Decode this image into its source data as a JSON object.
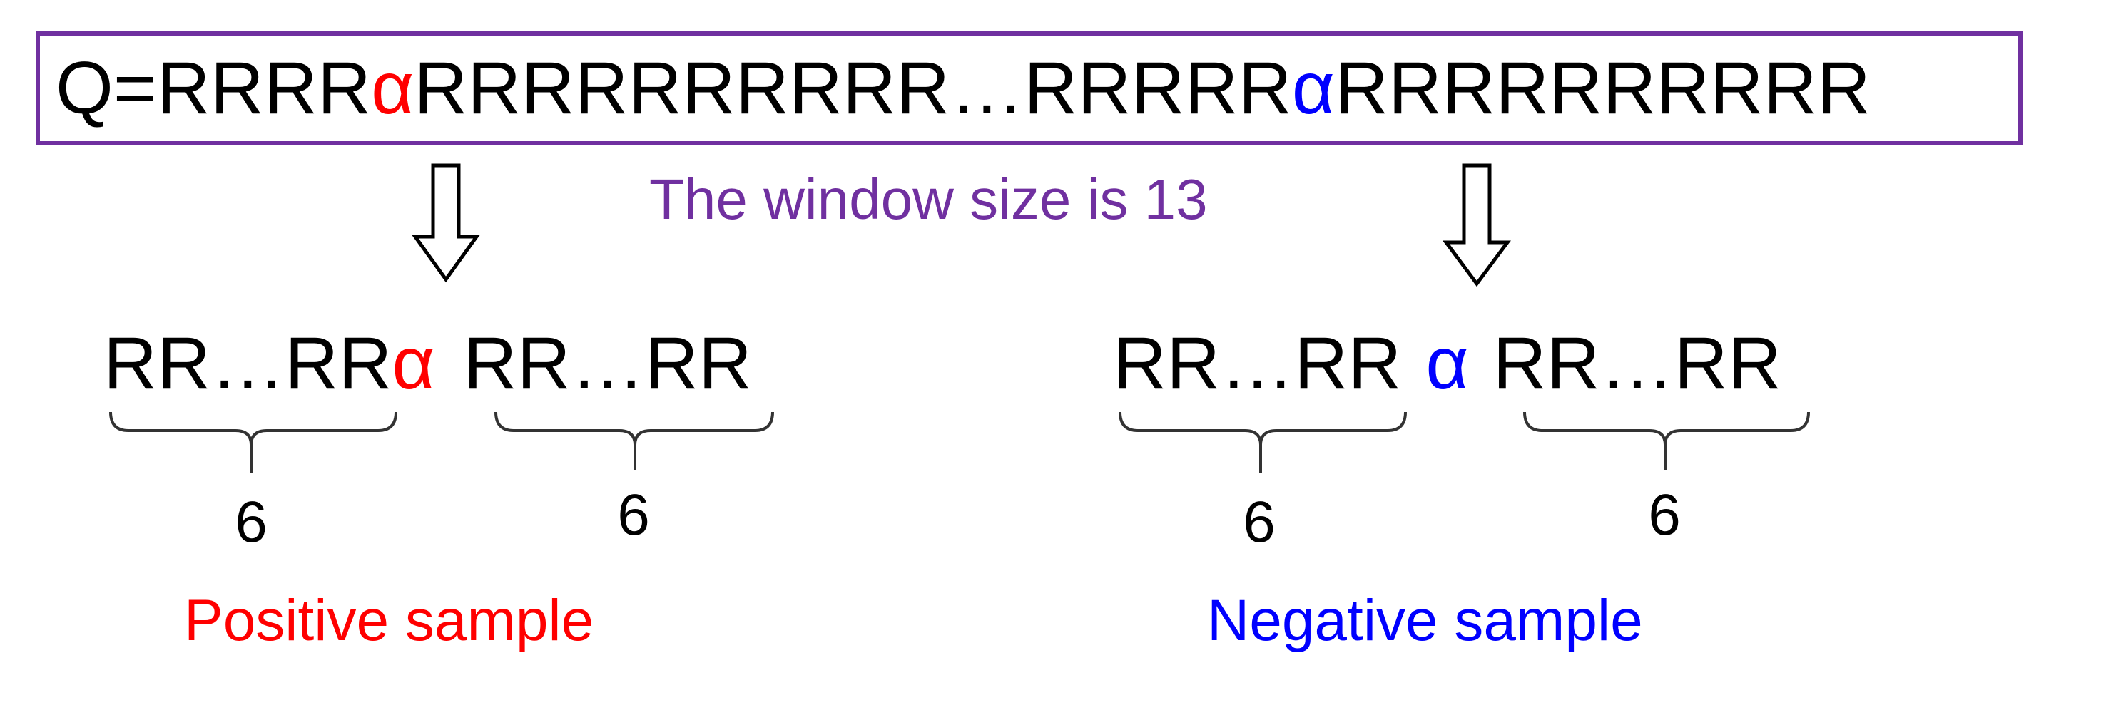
{
  "sequence": {
    "part1": "Q=RRRR",
    "alpha1": "α",
    "part2": "RRRRRRRRRR…RRRRR",
    "alpha2": "α",
    "part3": "RRRRRRRRRR"
  },
  "window_label": "The window size is 13",
  "positive": {
    "left_seq": "RR…RR",
    "alpha": "α",
    "right_seq": "RR…RR",
    "left_count": "6",
    "right_count": "6",
    "label": "Positive sample"
  },
  "negative": {
    "left_seq": "RR…RR",
    "alpha": "α",
    "right_seq": "RR…RR",
    "left_count": "6",
    "right_count": "6",
    "label": "Negative sample"
  },
  "colors": {
    "box_border": "#7030A0",
    "window_label": "#7030A0",
    "positive": "#FF0000",
    "negative": "#0000FF",
    "text": "#000000"
  }
}
